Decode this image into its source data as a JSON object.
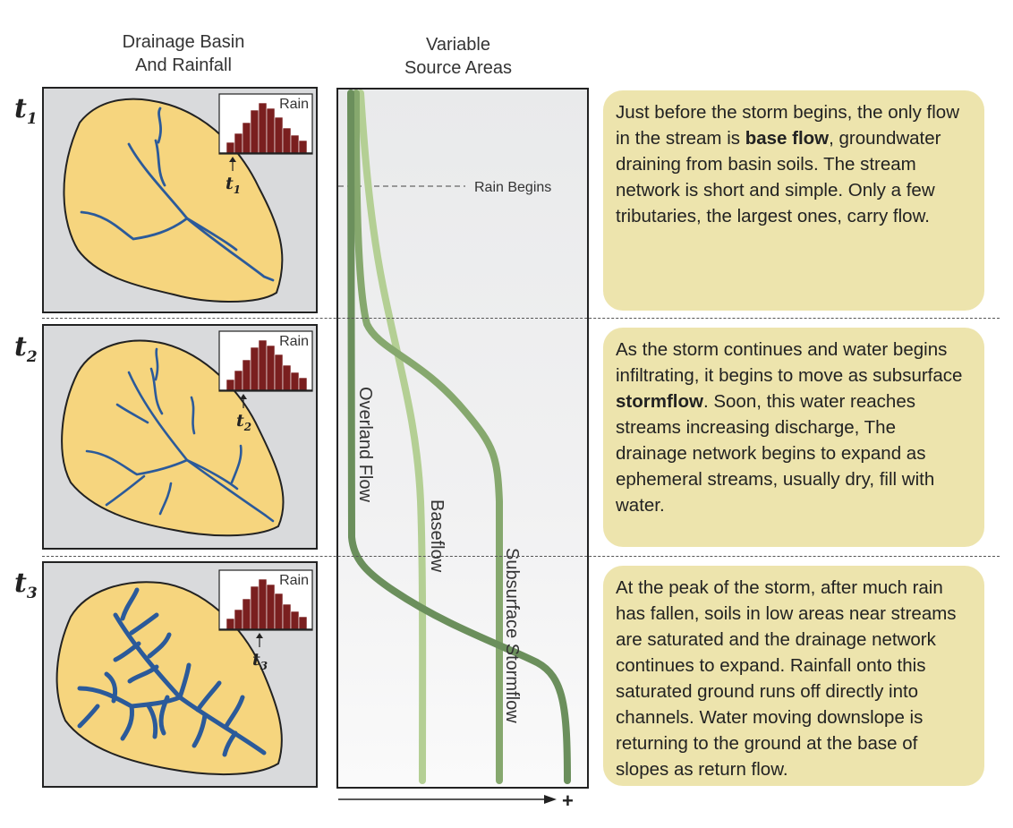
{
  "columns": {
    "basin_title_line1": "Drainage Basin",
    "basin_title_line2": "And Rainfall",
    "vsa_title_line1": "Variable",
    "vsa_title_line2": "Source Areas"
  },
  "time_steps": [
    {
      "letter": "t",
      "sub": "1"
    },
    {
      "letter": "t",
      "sub": "2"
    },
    {
      "letter": "t",
      "sub": "3"
    }
  ],
  "rain_label": "Rain",
  "rain_begins": "Rain Begins",
  "curves": {
    "overland": "Overland Flow",
    "baseflow": "Baseflow",
    "subsurface": "Subsurface Stormflow"
  },
  "axis_plus": "+",
  "callouts": [
    {
      "part1": "Just before the storm begins, the only flow in the stream is ",
      "bold": "base flow",
      "part2": ", groundwater draining from basin soils. The stream network is short and simple. Only a few tributaries, the largest ones, carry flow."
    },
    {
      "part1": "As the storm continues and water begins infiltrating, it begins to move as subsurface ",
      "bold": "stormflow",
      "part2": ".  Soon, this water reaches streams increasing discharge,  The drainage network begins to expand as ephemeral streams, usually dry, fill with water."
    },
    {
      "part1": "At the peak of the storm, after much rain has fallen, soils in low areas near streams are saturated and the drainage network continues to expand. Rainfall onto this saturated ground runs off directly into channels. Water moving downslope is returning to the ground at the base of slopes as return flow.",
      "bold": "",
      "part2": ""
    }
  ],
  "colors": {
    "basin_fill": "#f6d57e",
    "panel_bg": "#d9dadc",
    "stream": "#2b5a9a",
    "rain_bar": "#7a1f1f",
    "callout_bg": "#ede4ad",
    "overland": "#6b8f5c",
    "baseflow": "#b4cf94",
    "subsurface": "#86a86e"
  }
}
